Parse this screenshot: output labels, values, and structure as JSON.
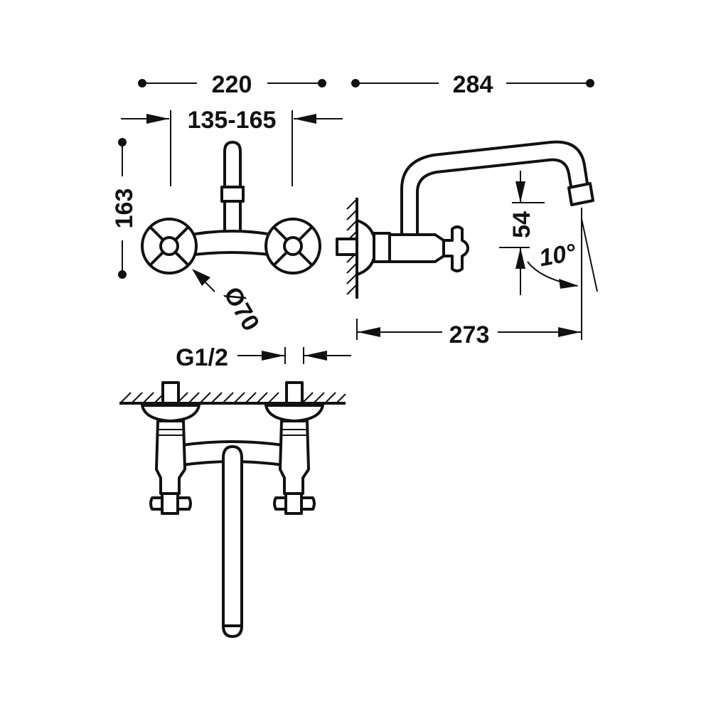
{
  "dimensions": {
    "width_total": "220",
    "depth_total": "284",
    "centers": "135-165",
    "height": "163",
    "rosette_diameter": "Ø70",
    "spout_drop": "54",
    "spout_angle": "10°",
    "spout_reach": "273",
    "thread": "G1/2"
  },
  "colors": {
    "line": "#111111",
    "background": "#ffffff"
  }
}
